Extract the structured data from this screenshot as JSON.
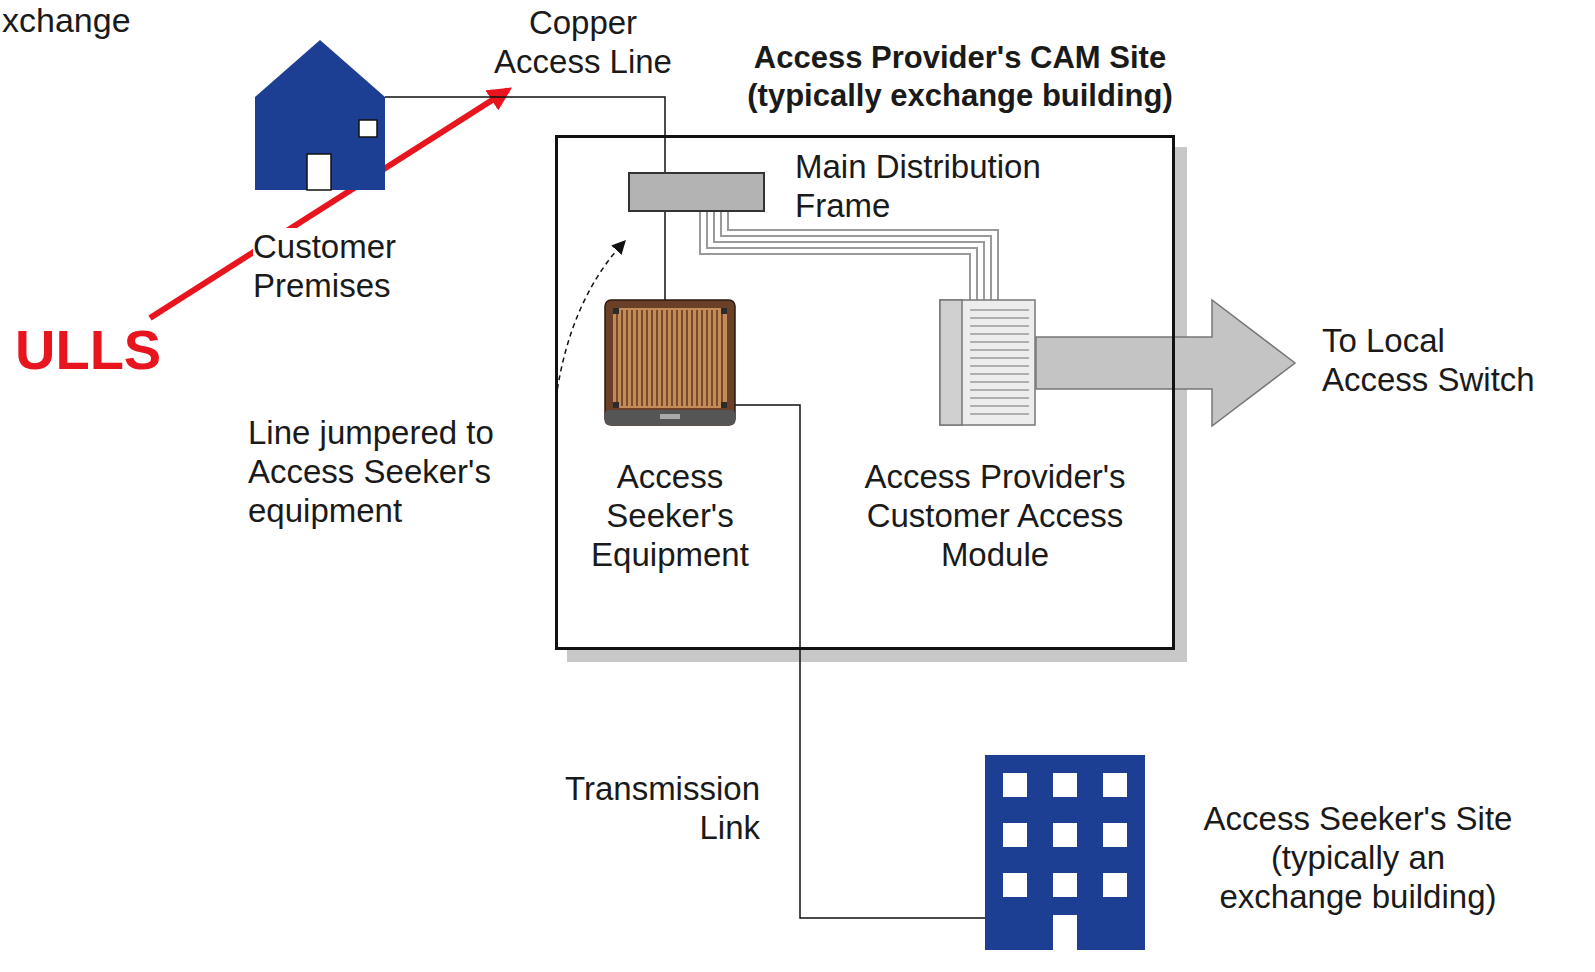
{
  "diagram": {
    "nodes": [
      {
        "text": [
          "Customer Premises"
        ]
      },
      {
        "text": [
          "Access Provider's CAM Site",
          "(typically exchange building)"
        ]
      },
      {
        "text": [
          "Main Distribution Frame"
        ],
        "in": 1
      },
      {
        "text": [
          "Access Seeker's Equipment"
        ],
        "in": 1
      },
      {
        "text": [
          "Access Provider's Customer Access Module"
        ],
        "in": 1
      },
      {
        "text": [
          "Access Seeker's Site (typically an exchange building)"
        ]
      }
    ],
    "edges": [
      {
        "from": 0,
        "to": 2,
        "label": "Copper Access Line",
        "arrow": "none"
      },
      {
        "from": 2,
        "to": 3,
        "arrow": "none"
      },
      {
        "from": 2,
        "to": 4,
        "arrow": "none"
      },
      {
        "from": 3,
        "to": 5,
        "label": "Transmission Link",
        "arrow": "none"
      }
    ],
    "labels": [
      "xchange",
      "ULLS",
      "Line jumpered to Access Seeker's equipment",
      "To Local Access Switch"
    ]
  }
}
